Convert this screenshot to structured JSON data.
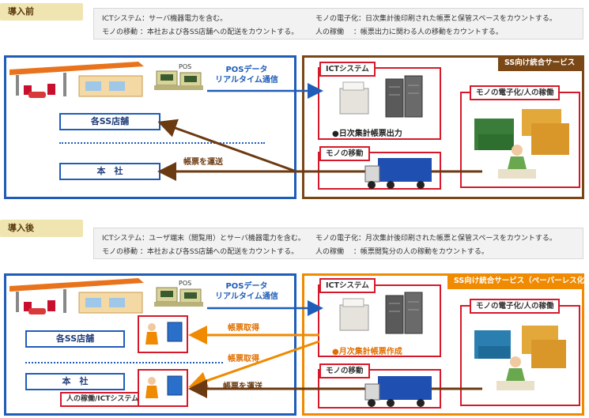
{
  "before": {
    "tag": "導入前",
    "note": {
      "l1a": "ICTシステム：サーバ機器電力を含む。",
      "l1b": "モノの電子化：日次集計後印刷された帳票と保管スペースをカウントする。",
      "l2a": "モノの移動 ：本社および各SS店舗への配送をカウントする。",
      "l2b": "人の稼働 　：帳票出力に関わる人の移動をカウントする。"
    },
    "pos_label": "POS",
    "pos_comm": "POSデータ\nリアルタイム通信",
    "store": "各SS店舗",
    "hq": "本　社",
    "transport": "帳票を運送",
    "service": "SS向け統合サービス",
    "ict": "ICTシステム",
    "ict_output": "●日次集計帳票出力",
    "digit": "モノの電子化/人の稼働",
    "move": "モノの移動"
  },
  "after": {
    "tag": "導入後",
    "note": {
      "l1a": "ICTシステム：ユーザ端末（閲覧用）とサーバ機器電力を含む。",
      "l1b": "モノの電子化：月次集計後印刷された帳票と保管スペースをカウントする。",
      "l2a": "モノの移動 ：本社および各SS店舗への配送をカウントする。",
      "l2b": "人の稼働 　：帳票閲覧分の人の稼動をカウントする。"
    },
    "pos_label": "POS",
    "pos_comm": "POSデータ\nリアルタイム通信",
    "store": "各SS店舗",
    "hq": "本　社",
    "get1": "帳票取得",
    "get2": "帳票取得",
    "transport": "帳票を運送",
    "person_ict": "人の稼働/ICTシステム",
    "service": "SS向け統合サービス（ペーパーレス化）",
    "ict": "ICTシステム",
    "ict_output": "●月次集計帳票作成",
    "digit": "モノの電子化/人の稼働",
    "move": "モノの移動"
  },
  "colors": {
    "blue": "#1f5db8",
    "brown": "#7a4716",
    "orange": "#f08a00",
    "red": "#d6192a"
  }
}
